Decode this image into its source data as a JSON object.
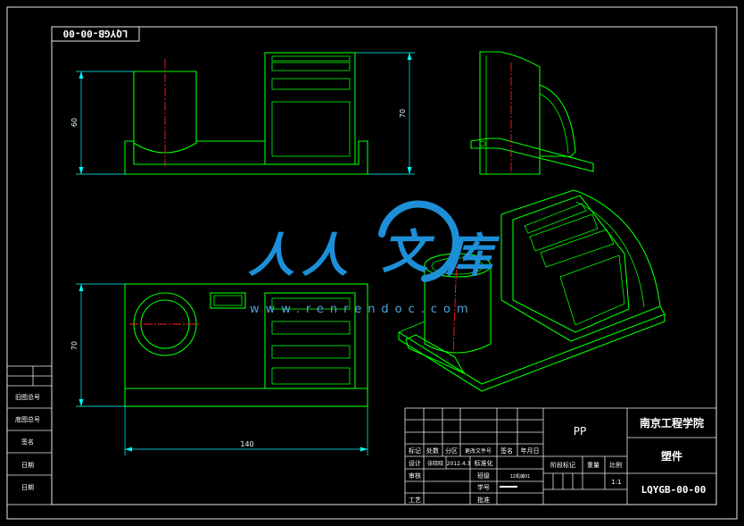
{
  "drawing": {
    "code_mirrored": "LQYGB-00-00",
    "dimensions": {
      "front_cylinder_height": "60",
      "front_total_height": "70",
      "top_view_depth": "70",
      "top_view_width": "140"
    }
  },
  "watermark": {
    "brand_chars": [
      "人",
      "人",
      "文",
      "库"
    ],
    "url": "www.renrendoc.com"
  },
  "left_strip": {
    "labels": [
      "旧图总号",
      "底图总号",
      "签名",
      "日期",
      "日期"
    ]
  },
  "title_block": {
    "header": [
      "标记",
      "处数",
      "分区",
      "更改文件号",
      "签名",
      "年月日"
    ],
    "design_label": "设计",
    "designer": "张晓晓",
    "design_date": "2012.4.3",
    "standardization_label": "标准化",
    "review_label": "审核",
    "class_label": "班级",
    "class_value": "12机械01",
    "student_no_label": "学号",
    "process_label": "工艺",
    "approve_label": "批准",
    "material": "PP",
    "stage_mark_label": "阶段标记",
    "weight_label": "重量",
    "scale_label": "比例",
    "scale_value": "1:1",
    "institution": "南京工程学院",
    "part_name": "塑件",
    "drawing_number": "LQYGB-00-00"
  },
  "colors": {
    "background": "#000000",
    "outline": "#00ff00",
    "dimension": "#00ffff",
    "center_line": "#ff2020",
    "frame": "#e8e8e8",
    "watermark": "#1d8fd8"
  }
}
